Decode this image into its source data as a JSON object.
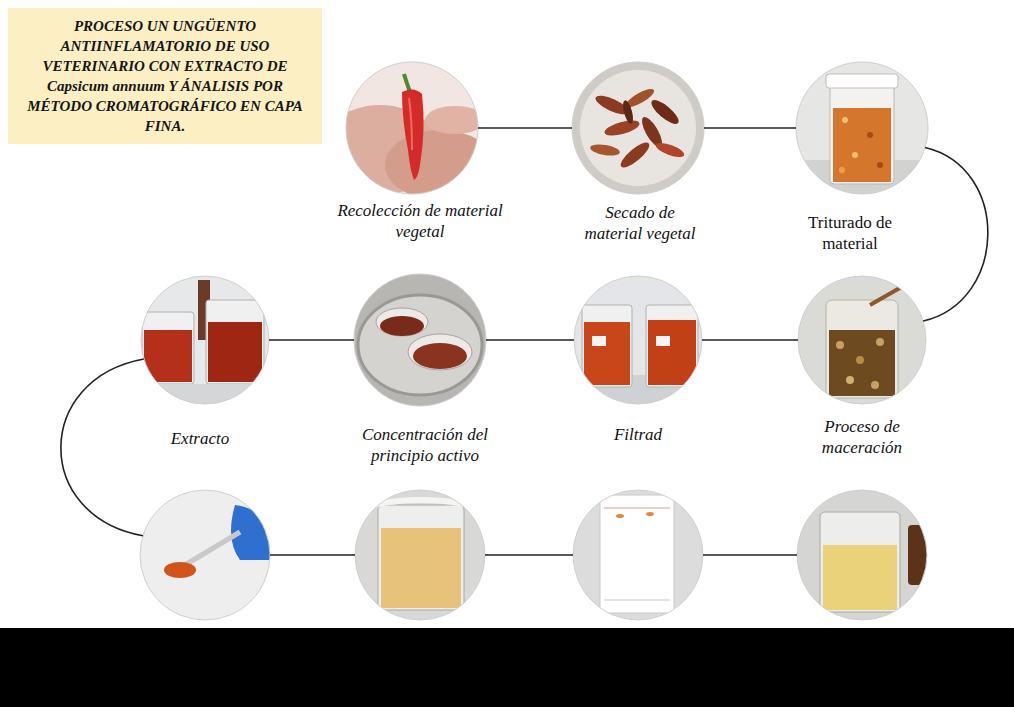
{
  "diagram": {
    "title": "PROCESO UN UNGÜENTO ANTIINFLAMATORIO DE USO VETERINARIO CON EXTRACTO DE Capsicum annuum Y ÁNALISIS POR MÉTODO CROMATOGRÁFICO EN CAPA FINA.",
    "nodes": [
      {
        "text": [
          "Recolección de material vegetal"
        ]
      },
      {
        "text": [
          "Secado de material vegetal"
        ]
      },
      {
        "text": [
          "Triturado de material"
        ]
      },
      {
        "text": [
          "Proceso de maceración"
        ]
      },
      {
        "text": [
          "Filtrad"
        ]
      },
      {
        "text": [
          "Concentración del principio activo"
        ]
      },
      {
        "text": [
          "Extracto"
        ]
      },
      {
        "text": []
      },
      {
        "text": []
      },
      {
        "text": []
      },
      {
        "text": []
      }
    ],
    "edges": [
      {
        "from": 0,
        "to": 1,
        "arrow": "none"
      },
      {
        "from": 1,
        "to": 2,
        "arrow": "none"
      },
      {
        "from": 2,
        "to": 3,
        "arrow": "none"
      },
      {
        "from": 3,
        "to": 4,
        "arrow": "none"
      },
      {
        "from": 4,
        "to": 5,
        "arrow": "none"
      },
      {
        "from": 5,
        "to": 6,
        "arrow": "none"
      },
      {
        "from": 6,
        "to": 7,
        "arrow": "none"
      },
      {
        "from": 7,
        "to": 8,
        "arrow": "none"
      },
      {
        "from": 8,
        "to": 9,
        "arrow": "none"
      },
      {
        "from": 9,
        "to": 10,
        "arrow": "none"
      }
    ]
  }
}
